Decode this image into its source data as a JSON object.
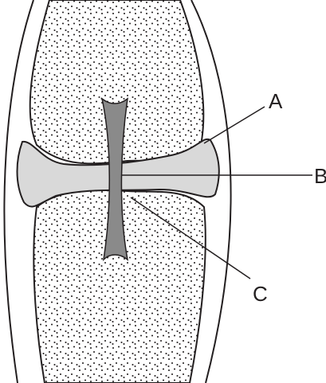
{
  "labels": {
    "a": "A",
    "b": "B",
    "c": "C"
  },
  "colors": {
    "outline": "#231f20",
    "bone_fill": "#ffffff",
    "stipple": "#231f20",
    "cartilage_fill": "#d9d9d9",
    "ligament_fill": "#8a8a8a"
  }
}
